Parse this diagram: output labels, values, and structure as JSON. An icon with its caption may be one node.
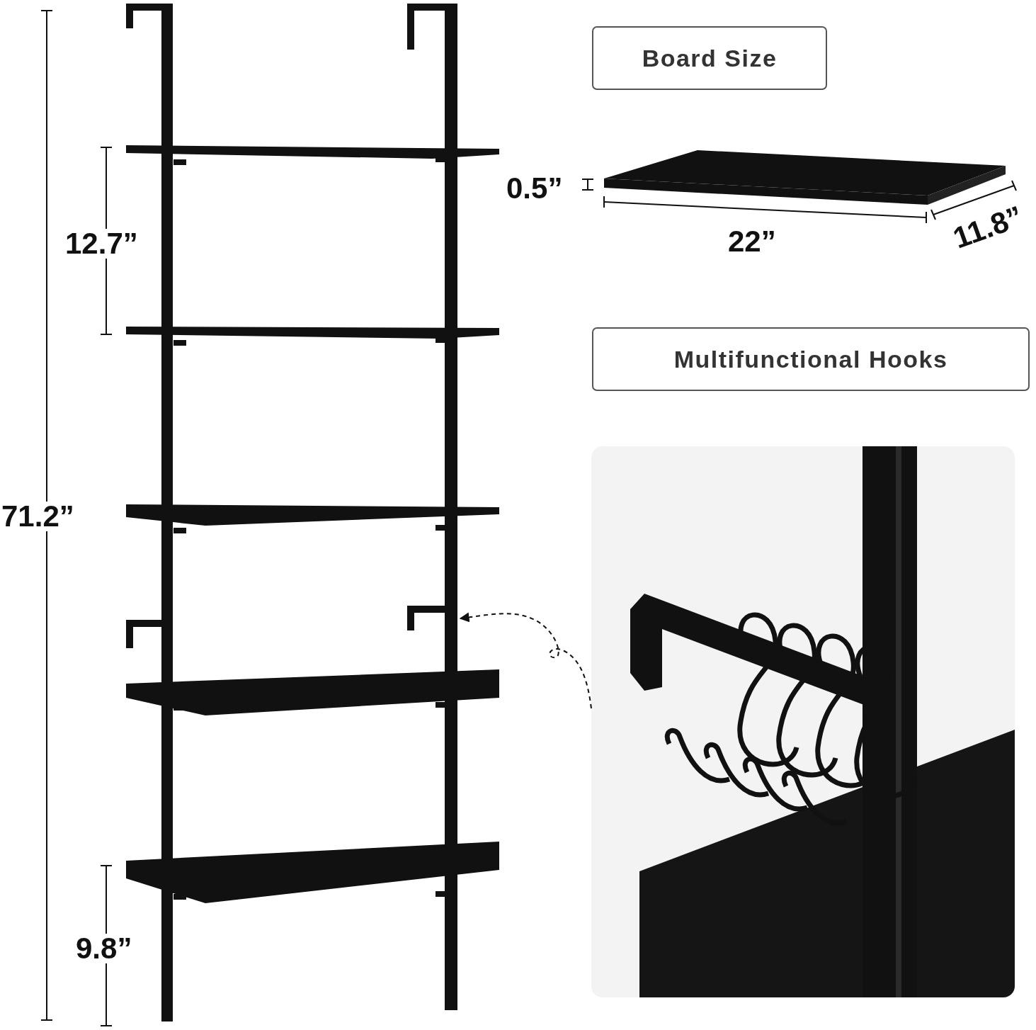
{
  "diagram": {
    "nodes": [
      {
        "text": [
          "Board Size"
        ]
      },
      {
        "text": [
          "Multifunctional Hooks"
        ]
      },
      {
        "text": [],
        "shape": "picture"
      },
      {
        "text": [],
        "shape": "bar"
      }
    ],
    "edges": [
      {
        "from": 2,
        "to": 3,
        "arrow": "to",
        "style": "dashed"
      }
    ],
    "labels": [
      "0.5”",
      "12.7”",
      "22”",
      "11.8”",
      "71.2”",
      "9.8”"
    ]
  }
}
